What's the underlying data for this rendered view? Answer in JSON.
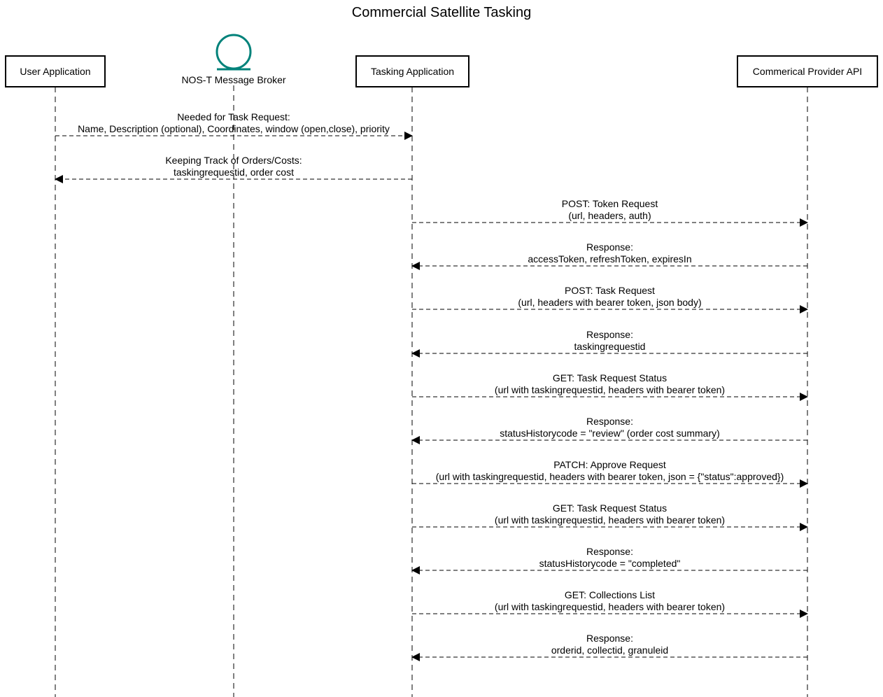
{
  "title": "Commercial Satellite Tasking",
  "participants": [
    {
      "id": "user",
      "label": "User Application",
      "kind": "box"
    },
    {
      "id": "broker",
      "label": "NOS-T Message Broker",
      "kind": "queue"
    },
    {
      "id": "tasking",
      "label": "Tasking Application",
      "kind": "box"
    },
    {
      "id": "provider",
      "label": "Commerical Provider API",
      "kind": "box"
    }
  ],
  "messages": [
    {
      "from": "user",
      "to": "tasking",
      "lines": [
        "Needed for Task Request:",
        "Name, Description (optional), Coordinates, window (open,close), priority"
      ]
    },
    {
      "from": "tasking",
      "to": "user",
      "lines": [
        "Keeping Track of Orders/Costs:",
        "taskingrequestid, order cost"
      ]
    },
    {
      "from": "tasking",
      "to": "provider",
      "lines": [
        "POST: Token Request",
        "(url, headers, auth)"
      ]
    },
    {
      "from": "provider",
      "to": "tasking",
      "lines": [
        "Response:",
        "accessToken, refreshToken, expiresIn"
      ]
    },
    {
      "from": "tasking",
      "to": "provider",
      "lines": [
        "POST: Task Request",
        "(url, headers with bearer token, json body)"
      ]
    },
    {
      "from": "provider",
      "to": "tasking",
      "lines": [
        "Response:",
        "taskingrequestid"
      ]
    },
    {
      "from": "tasking",
      "to": "provider",
      "lines": [
        "GET: Task Request Status",
        "(url with taskingrequestid, headers with bearer token)"
      ]
    },
    {
      "from": "provider",
      "to": "tasking",
      "lines": [
        "Response:",
        "statusHistorycode = \"review\" (order cost summary)"
      ]
    },
    {
      "from": "tasking",
      "to": "provider",
      "lines": [
        "PATCH: Approve Request",
        "(url with taskingrequestid, headers with bearer token, json = {\"status\":approved})"
      ]
    },
    {
      "from": "tasking",
      "to": "provider",
      "lines": [
        "GET: Task Request Status",
        "(url with taskingrequestid, headers with bearer token)"
      ]
    },
    {
      "from": "provider",
      "to": "tasking",
      "lines": [
        "Response:",
        "statusHistorycode = \"completed\""
      ]
    },
    {
      "from": "tasking",
      "to": "provider",
      "lines": [
        "GET: Collections List",
        "(url with taskingrequestid, headers with bearer token)"
      ]
    },
    {
      "from": "provider",
      "to": "tasking",
      "lines": [
        "Response:",
        "orderid, collectid, granuleid"
      ]
    }
  ],
  "colors": {
    "queue_icon": "#00827a",
    "line": "#000000",
    "background": "#ffffff"
  }
}
